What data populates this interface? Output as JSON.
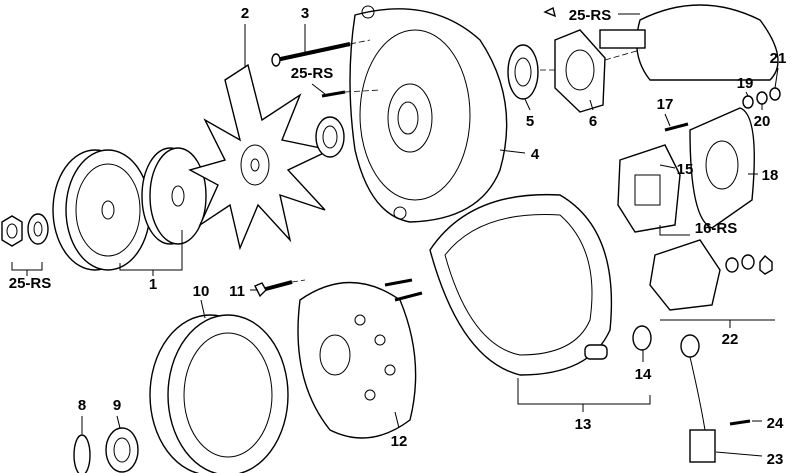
{
  "diagram": {
    "title": "Alternator exploded parts diagram",
    "labels": {
      "p1": "1",
      "p2": "2",
      "p3": "3",
      "p4": "4",
      "p5": "5",
      "p6": "6",
      "p8": "8",
      "p9": "9",
      "p10": "10",
      "p11": "11",
      "p12": "12",
      "p13": "13",
      "p14": "14",
      "p15": "15",
      "p16": "16-RS",
      "p17": "17",
      "p18": "18",
      "p19": "19",
      "p20": "20",
      "p21": "21",
      "p22": "22",
      "p23": "23",
      "p24": "24",
      "p25a": "25-RS",
      "p25b": "25-RS",
      "p25c": "25-RS"
    }
  }
}
